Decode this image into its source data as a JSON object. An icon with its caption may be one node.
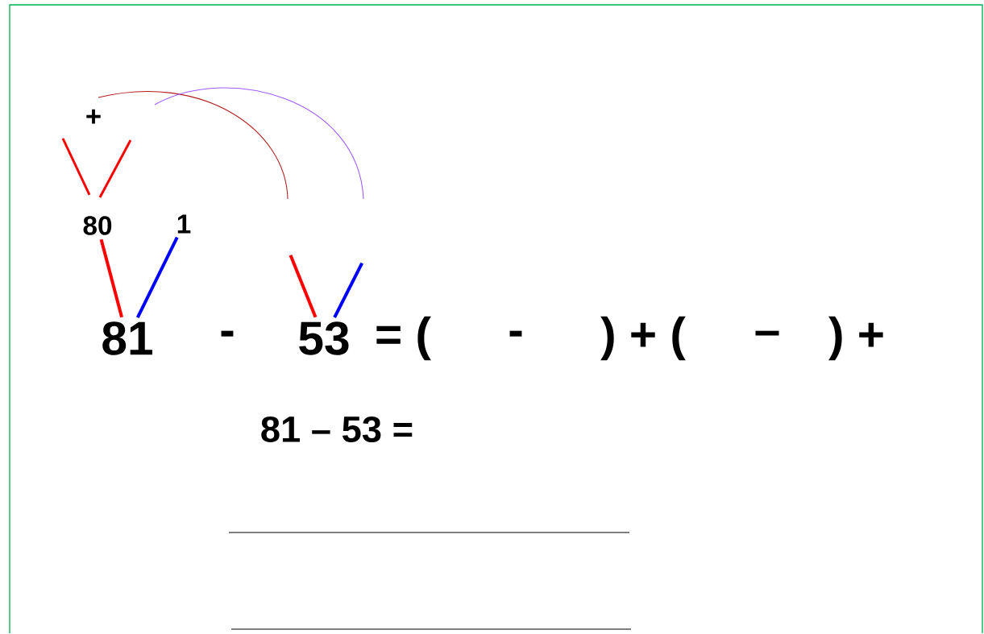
{
  "diagram": {
    "nodes": [
      {
        "text": [
          "81"
        ]
      },
      {
        "text": [
          "53"
        ]
      },
      {
        "text": [
          "80"
        ]
      },
      {
        "text": [
          "1"
        ]
      }
    ],
    "edges": [
      {
        "from": 0,
        "to": 2,
        "arrow": "none",
        "color": "#ff0000"
      },
      {
        "from": 0,
        "to": 3,
        "arrow": "none",
        "color": "#0000ff"
      },
      {
        "from": 1,
        "to": null,
        "arrow": "none",
        "color": "#ff0000"
      },
      {
        "from": 1,
        "to": null,
        "arrow": "none",
        "color": "#0000ff"
      }
    ],
    "labels": [
      "+",
      "-",
      "= (",
      "-",
      ") + (",
      "–",
      ") +",
      "81 – 53 ="
    ]
  }
}
